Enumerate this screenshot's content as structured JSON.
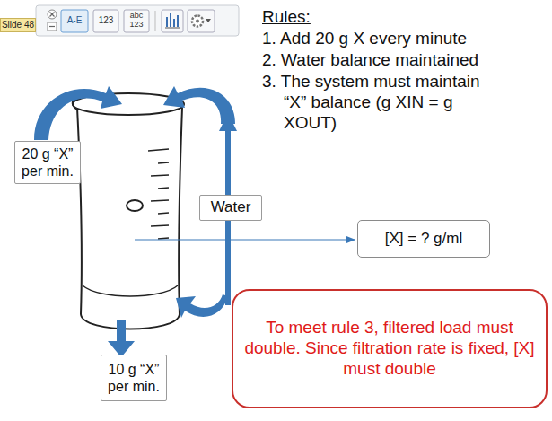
{
  "diagram": {
    "nodes": [
      {
        "text": [
          "20 g “X” per min."
        ]
      },
      {
        "text": [
          "Water"
        ]
      },
      {
        "text": [
          "[X] = ? g/ml"
        ]
      },
      {
        "text": [
          "10 g “X” per min."
        ]
      },
      {
        "text": [
          "To meet rule 3, filtered load must double. Since filtration rate is fixed, [X] must double"
        ]
      }
    ],
    "labels": [
      "Slide 48",
      "A-E",
      "123",
      "abc 123",
      "Rules:",
      "1. Add 20 g X every minute",
      "2. Water balance maintained",
      "3. The system must maintain “X” balance (g XIN = g XOUT)"
    ]
  }
}
